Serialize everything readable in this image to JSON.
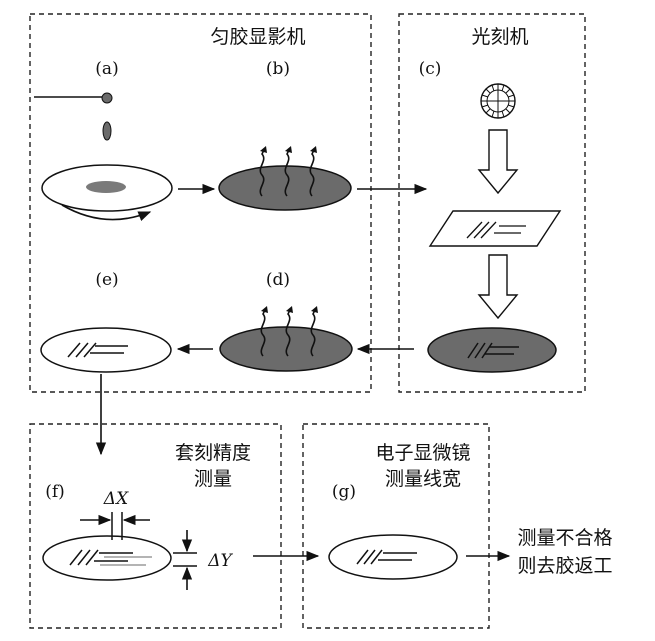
{
  "sections": {
    "coater": {
      "title": "匀胶显影机"
    },
    "stepper": {
      "title": "光刻机"
    },
    "overlay": {
      "title_line1": "套刻精度",
      "title_line2": "测量"
    },
    "sem": {
      "title_line1": "电子显微镜",
      "title_line2": "测量线宽"
    }
  },
  "steps": {
    "a": "(a)",
    "b": "(b)",
    "c": "(c)",
    "d": "(d)",
    "e": "(e)",
    "f": "(f)",
    "g": "(g)"
  },
  "measure": {
    "dx": "ΔX",
    "dy": "ΔY"
  },
  "result": {
    "line1": "测量不合格",
    "line2": "则去胶返工"
  },
  "colors": {
    "wafer_dark": "#6b6b6b",
    "resist_blob": "#7a7a7a",
    "outline": "#111111"
  }
}
